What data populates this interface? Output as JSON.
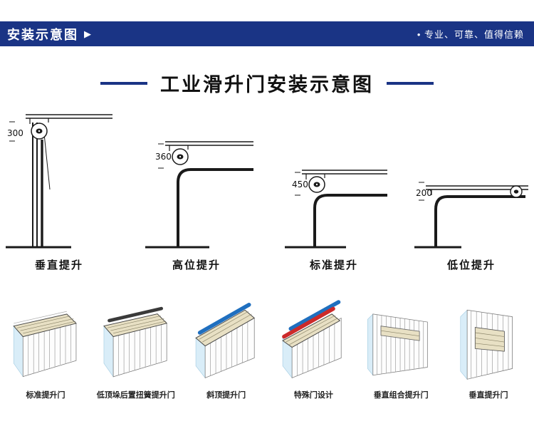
{
  "header": {
    "title": "安装示意图",
    "arrow": "▶",
    "tagline": "• 专业、可靠、值得信赖"
  },
  "hero": {
    "title": "工业滑升门安装示意图"
  },
  "diagrams": {
    "items": [
      {
        "dimension": "300",
        "label": "垂直提升"
      },
      {
        "dimension": "360",
        "label": "高位提升"
      },
      {
        "dimension": "450",
        "label": "标准提升"
      },
      {
        "dimension": "200",
        "label": "低位提升"
      }
    ]
  },
  "products": {
    "items": [
      {
        "label": "标准提升门"
      },
      {
        "label": "低顶垛后置扭簧提升门"
      },
      {
        "label": "斜顶提升门"
      },
      {
        "label": "特殊门设计"
      },
      {
        "label": "垂直组合提升门"
      },
      {
        "label": "垂直提升门"
      }
    ]
  },
  "colors": {
    "accent": "#1a3485"
  }
}
